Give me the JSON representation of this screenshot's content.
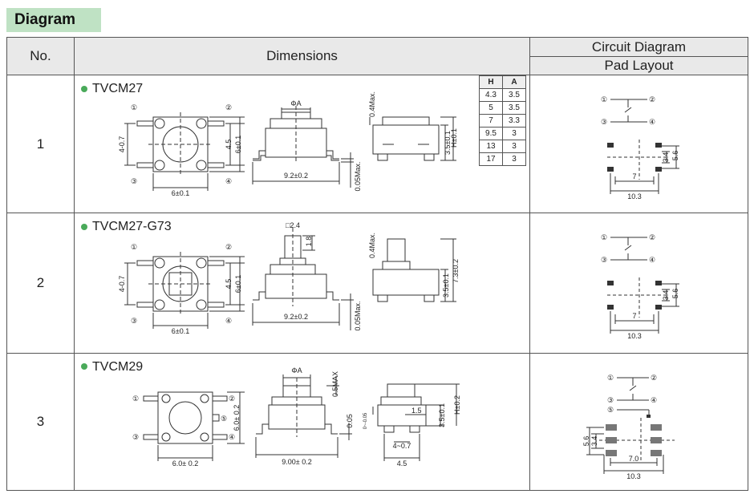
{
  "section_label": "Diagram",
  "header": {
    "no": "No.",
    "dimensions": "Dimensions",
    "circuit": "Circuit Diagram",
    "pad": "Pad Layout"
  },
  "rows": [
    {
      "no": "1",
      "model": "TVCM27",
      "top_width": "6±0.1",
      "side_h1": "4.5",
      "side_h2": "6±0.1",
      "left_dim": "4-0.7",
      "cap_label": "ΦA",
      "front_width": "9.2±0.2",
      "front_vert": "0.05Max.",
      "side_top": "0.4Max.",
      "side_dim1": "3.5±0.1",
      "side_dim2": "H±0.1",
      "pad_w1": "7",
      "pad_w2": "10.3",
      "pad_h1": "3.4",
      "pad_h2": "5.6"
    },
    {
      "no": "2",
      "model": "TVCM27-G73",
      "top_width": "6±0.1",
      "side_h1": "4.5",
      "side_h2": "6±0.1",
      "left_dim": "4-0.7",
      "cap_label": "□2.4",
      "cap_h": "1.8",
      "front_width": "9.2±0.2",
      "front_vert": "0.05Max.",
      "side_top": "0.4Max.",
      "side_dim1": "3.5±0.1",
      "side_dim2": "7.3±0.2",
      "pad_w1": "7",
      "pad_w2": "10.3",
      "pad_h1": "3.4",
      "pad_h2": "5.6"
    },
    {
      "no": "3",
      "model": "TVCM29",
      "top_width": "6.0± 0.2",
      "side_h1": "6.0± 0.2",
      "cap_label": "ΦA",
      "front_width": "9.00± 0.2",
      "front_top": "0.5MAX",
      "front_vert": "0.05",
      "front_vert_sub": "0~-0.05",
      "side_dim0": "1.5",
      "side_dim1": "3.5±0.1",
      "side_dim2": "H±0.2",
      "side_bot1": "4~0.7",
      "side_bot2": "4.5",
      "pad_w1": "7.0",
      "pad_w2": "10.3",
      "pad_h1": "3.4",
      "pad_h2": "5.6"
    }
  ],
  "ha_table": {
    "headers": [
      "H",
      "A"
    ],
    "rows": [
      [
        "4.3",
        "3.5"
      ],
      [
        "5",
        "3.5"
      ],
      [
        "7",
        "3.3"
      ],
      [
        "9.5",
        "3"
      ],
      [
        "13",
        "3"
      ],
      [
        "17",
        "3"
      ]
    ]
  },
  "pins": [
    "①",
    "②",
    "③",
    "④",
    "⑤"
  ],
  "colors": {
    "badge": "#bfe2c4",
    "header_bg": "#e9e9e9",
    "dot": "#4aaa5a"
  }
}
